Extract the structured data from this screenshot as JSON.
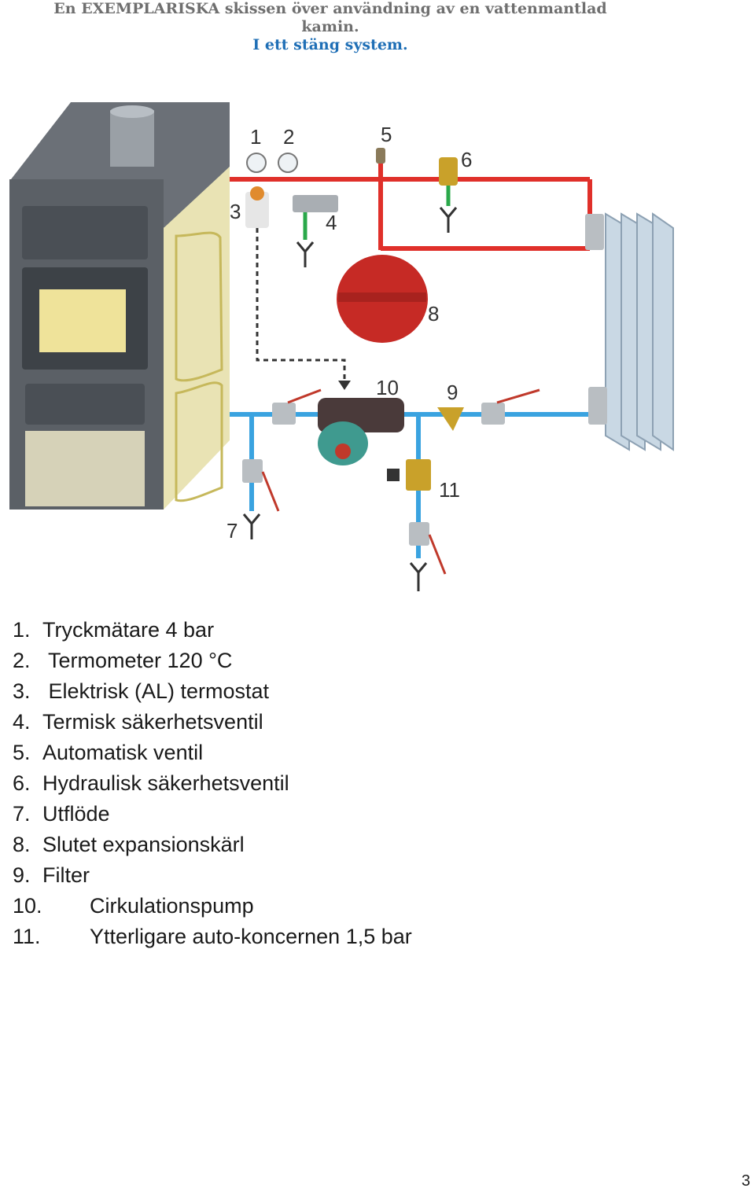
{
  "header": {
    "line1": "En EXEMPLARISKA skissen över användning av en vattenmantlad",
    "line2": "kamin.",
    "line3": "I ett stäng system."
  },
  "diagram": {
    "callouts": [
      "1",
      "2",
      "3",
      "4",
      "5",
      "6",
      "7",
      "8",
      "9",
      "10",
      "11"
    ],
    "colors": {
      "hot_pipe": "#e0302a",
      "cold_pipe": "#3aa3e0",
      "drain_pipe": "#2aa84a",
      "stove_body": "#5b6066",
      "panel": "#f1ecc2",
      "tank": "#c62a25"
    }
  },
  "legend": {
    "items": [
      {
        "num": "1.",
        "text": "Tryckmätare 4 bar"
      },
      {
        "num": "2.",
        "text": " Termometer 120 °C"
      },
      {
        "num": "3.",
        "text": " Elektrisk (AL) termostat"
      },
      {
        "num": "4.",
        "text": "Termisk säkerhetsventil"
      },
      {
        "num": "5.",
        "text": "Automatisk ventil"
      },
      {
        "num": "6.",
        "text": "Hydraulisk säkerhetsventil"
      },
      {
        "num": "7.",
        "text": "Utflöde"
      },
      {
        "num": "8.",
        "text": "Slutet expansionskärl"
      },
      {
        "num": "9.",
        "text": "Filter"
      },
      {
        "num": "10.",
        "text": "Cirkulationspump"
      },
      {
        "num": "11.",
        "text": "Ytterligare auto-koncernen 1,5 bar"
      }
    ]
  },
  "page": {
    "number": "3"
  }
}
